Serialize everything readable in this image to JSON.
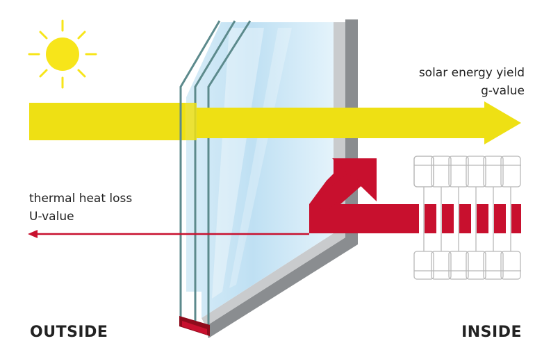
{
  "labels": {
    "solar_line1": "solar energy yield",
    "solar_line2": "g-value",
    "heat_line1": "thermal heat loss",
    "heat_line2": "U-value",
    "outside": "OUTSIDE",
    "inside": "INSIDE"
  },
  "colors": {
    "solar": "#EEE014",
    "heat": "#C8102E",
    "glass_edge": "#5C8A8C",
    "frame": "#8A8D90",
    "sun": "#F7E51A",
    "text": "#222222"
  },
  "icons": [
    "sun-icon",
    "radiator-icon",
    "double-glazed-window"
  ]
}
